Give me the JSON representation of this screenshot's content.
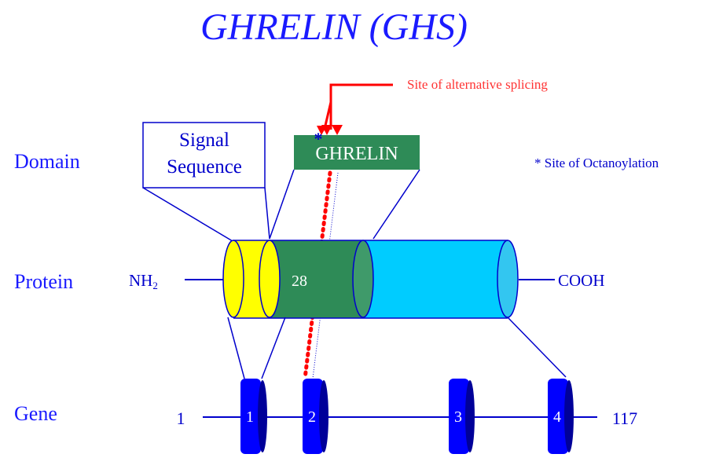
{
  "title": "GHRELIN (GHS)",
  "row_labels": {
    "domain": "Domain",
    "protein": "Protein",
    "gene": "Gene"
  },
  "annotations": {
    "splicing": "Site of alternative splicing",
    "octanoylation": "* Site of Octanoylation",
    "octanoylation_marker": "*"
  },
  "domains": {
    "signal_line1": "Signal",
    "signal_line2": "Sequence",
    "ghrelin": "GHRELIN"
  },
  "protein": {
    "n_terminus": "NH",
    "n_terminus_sub": "2",
    "c_terminus": "COOH",
    "ghrelin_length": "28"
  },
  "gene": {
    "start": "1",
    "end": "117",
    "exons": [
      "1",
      "2",
      "3",
      "4"
    ]
  },
  "colors": {
    "title": "#1a1aff",
    "text_blue": "#0000cc",
    "signal": "#ffff00",
    "ghrelin": "#2e8b57",
    "mature": "#00ccff",
    "exon": "#0000ff",
    "splice_arrow": "#ff0000",
    "outline": "#0000cc"
  }
}
